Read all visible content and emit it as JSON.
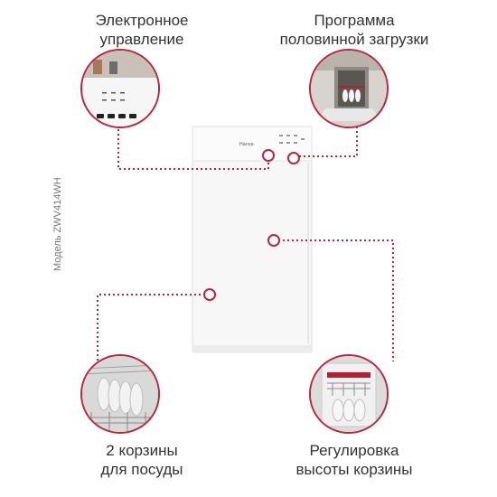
{
  "features": [
    {
      "lines": [
        "Электронное",
        "управление"
      ]
    },
    {
      "lines": [
        "Программа",
        "половинной загрузки"
      ]
    },
    {
      "lines": [
        "2 корзины",
        "для посуды"
      ]
    },
    {
      "lines": [
        "Регулировка",
        "высоты корзины"
      ]
    }
  ],
  "model_label": "Модель ZWV414WH",
  "brand_logo": "Hansa",
  "colors": {
    "accent": "#b8263f",
    "appliance": "#f7f7f7",
    "text": "#333333"
  }
}
